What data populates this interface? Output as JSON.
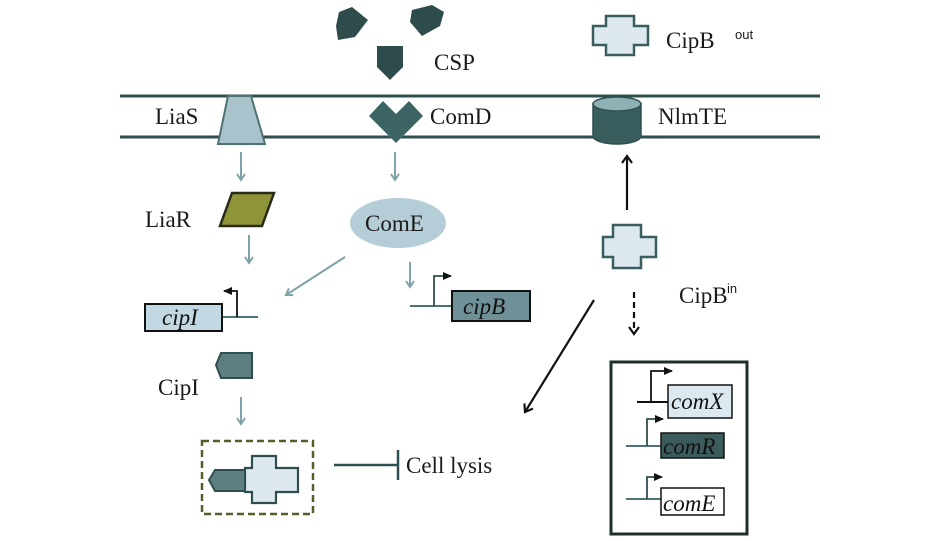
{
  "title": "CSP-ComDE signaling, CipB bacteriocin and CipI immunity pathway",
  "colors": {
    "membrane": "#2f4f4f",
    "csp": "#2e4c4c",
    "comd": "#3d6464",
    "lias": "#a9c3cc",
    "liar": "#8f9438",
    "come": "#b4cdd6",
    "nlmte": "#3a5e5e",
    "cipb_protein": "#dde9ef",
    "cipi_protein": "#5f7e82",
    "gene_cipI": "#c2d9e3",
    "gene_cipB": "#6f9096",
    "gene_comX": "#dce8ef",
    "gene_comR": "#3c5c5c",
    "gene_comE": "#ffffff",
    "arrow_gray": "#7fa2a8",
    "arrow_black": "#111111",
    "complex_border": "#5a5a2a"
  },
  "labels": {
    "csp": "CSP",
    "cipb_out": "CipB",
    "cipb_out_sup": "out",
    "lias": "LiaS",
    "comd": "ComD",
    "nlmte": "NlmTE",
    "liar": "LiaR",
    "come": "ComE",
    "cipb_in": "CipB",
    "cipb_in_sup": "in",
    "cipi": "CipI",
    "cell_lysis": "Cell lysis"
  },
  "genes": {
    "cipI": "cipI",
    "cipB": "cipB",
    "comX": "comX",
    "comR": "comR",
    "comE": "comE"
  }
}
